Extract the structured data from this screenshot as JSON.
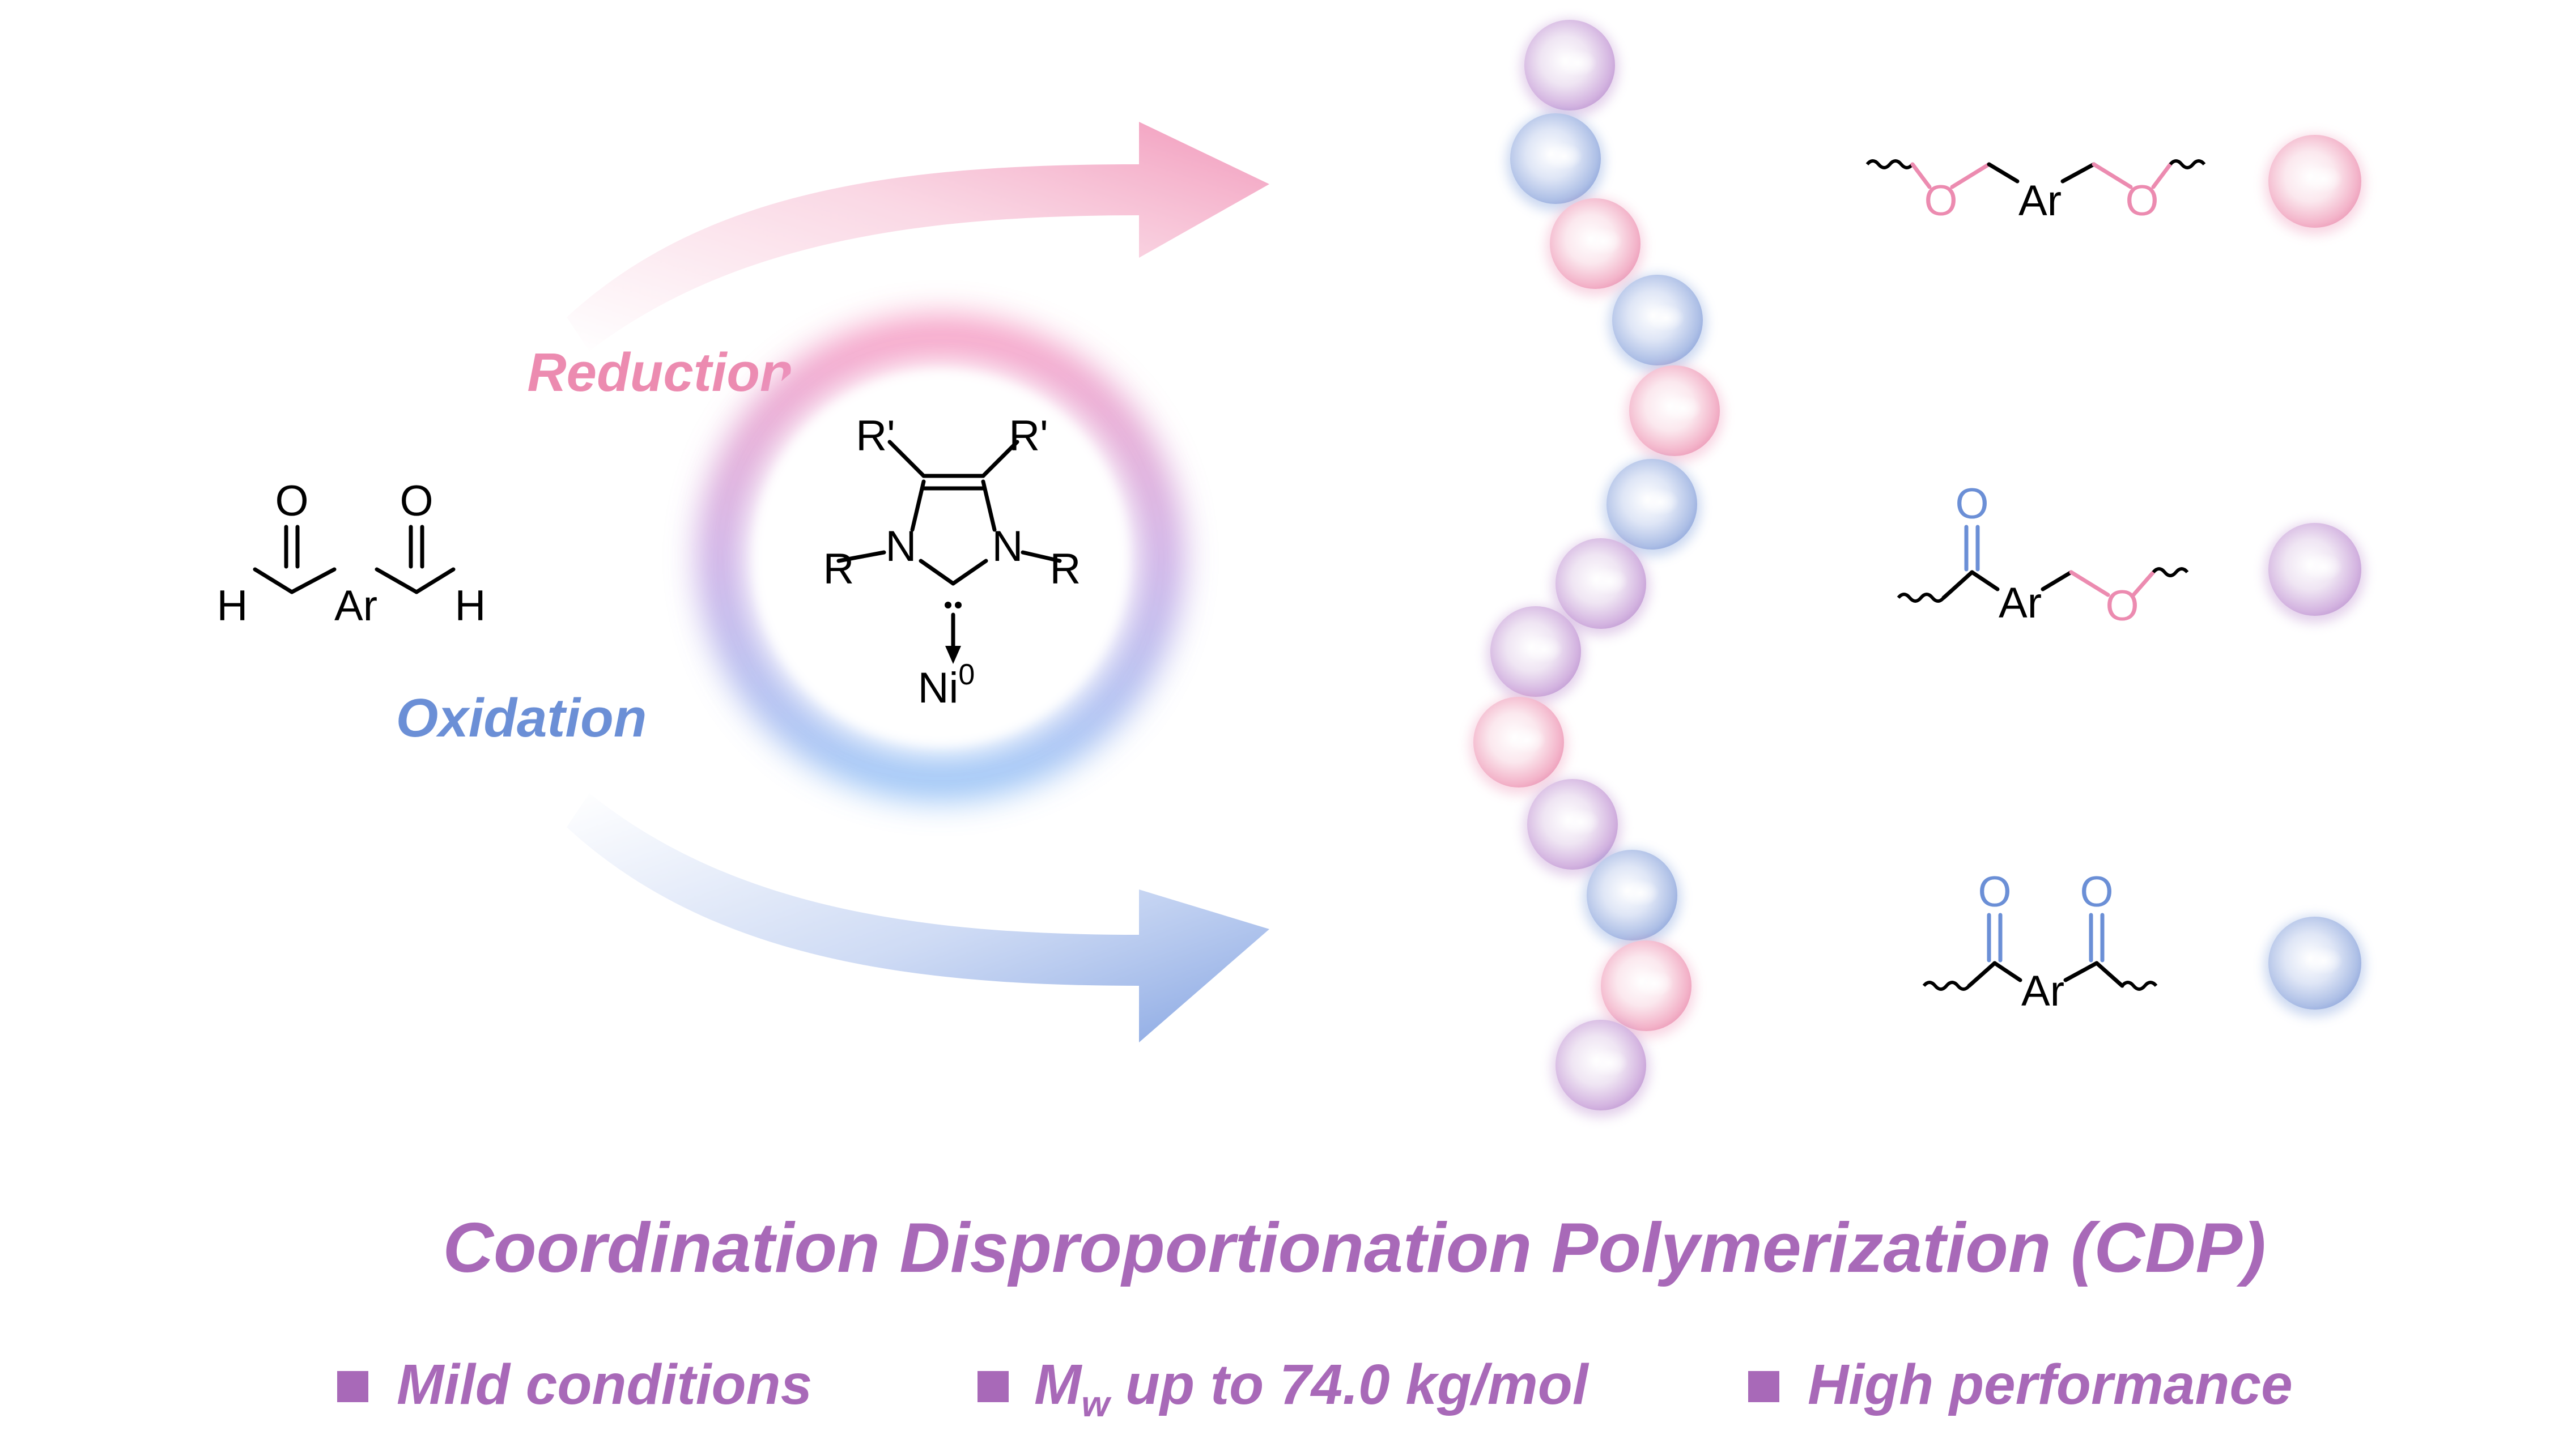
{
  "labels": {
    "reduction": "Reduction",
    "oxidation": "Oxidation"
  },
  "monomer": {
    "o_left": "O",
    "o_right": "O",
    "h_left": "H",
    "h_right": "H",
    "ar": "Ar"
  },
  "catalyst": {
    "r_prime_left": "R'",
    "r_prime_right": "R'",
    "n_left": "N",
    "n_right": "N",
    "r_left": "R",
    "r_right": "R",
    "metal": "Ni",
    "metal_charge": "0"
  },
  "units": [
    {
      "ar": "Ar",
      "o1": "O",
      "o2": "O",
      "bead": "pink"
    },
    {
      "ar": "Ar",
      "o1": "O",
      "o2": "O",
      "bead": "purple"
    },
    {
      "ar": "Ar",
      "o1": "O",
      "o2": "O",
      "bead": "blue"
    }
  ],
  "title": "Coordination Disproportionation Polymerization (CDP)",
  "features": {
    "f1": "Mild conditions",
    "f2_m": "M",
    "f2_sub": "w",
    "f2_rest": " up to 74.0 kg/mol",
    "f3": "High performance"
  },
  "colors": {
    "pink": "#ec8bb0",
    "blue": "#6b8fd6",
    "purple": "#b07cc6",
    "title": "#a869b8",
    "bullet": "#a869b8"
  },
  "chain_beads": [
    "purple",
    "blue",
    "pink",
    "blue",
    "pink",
    "blue",
    "purple",
    "purple",
    "pink",
    "purple",
    "blue",
    "pink",
    "purple"
  ]
}
